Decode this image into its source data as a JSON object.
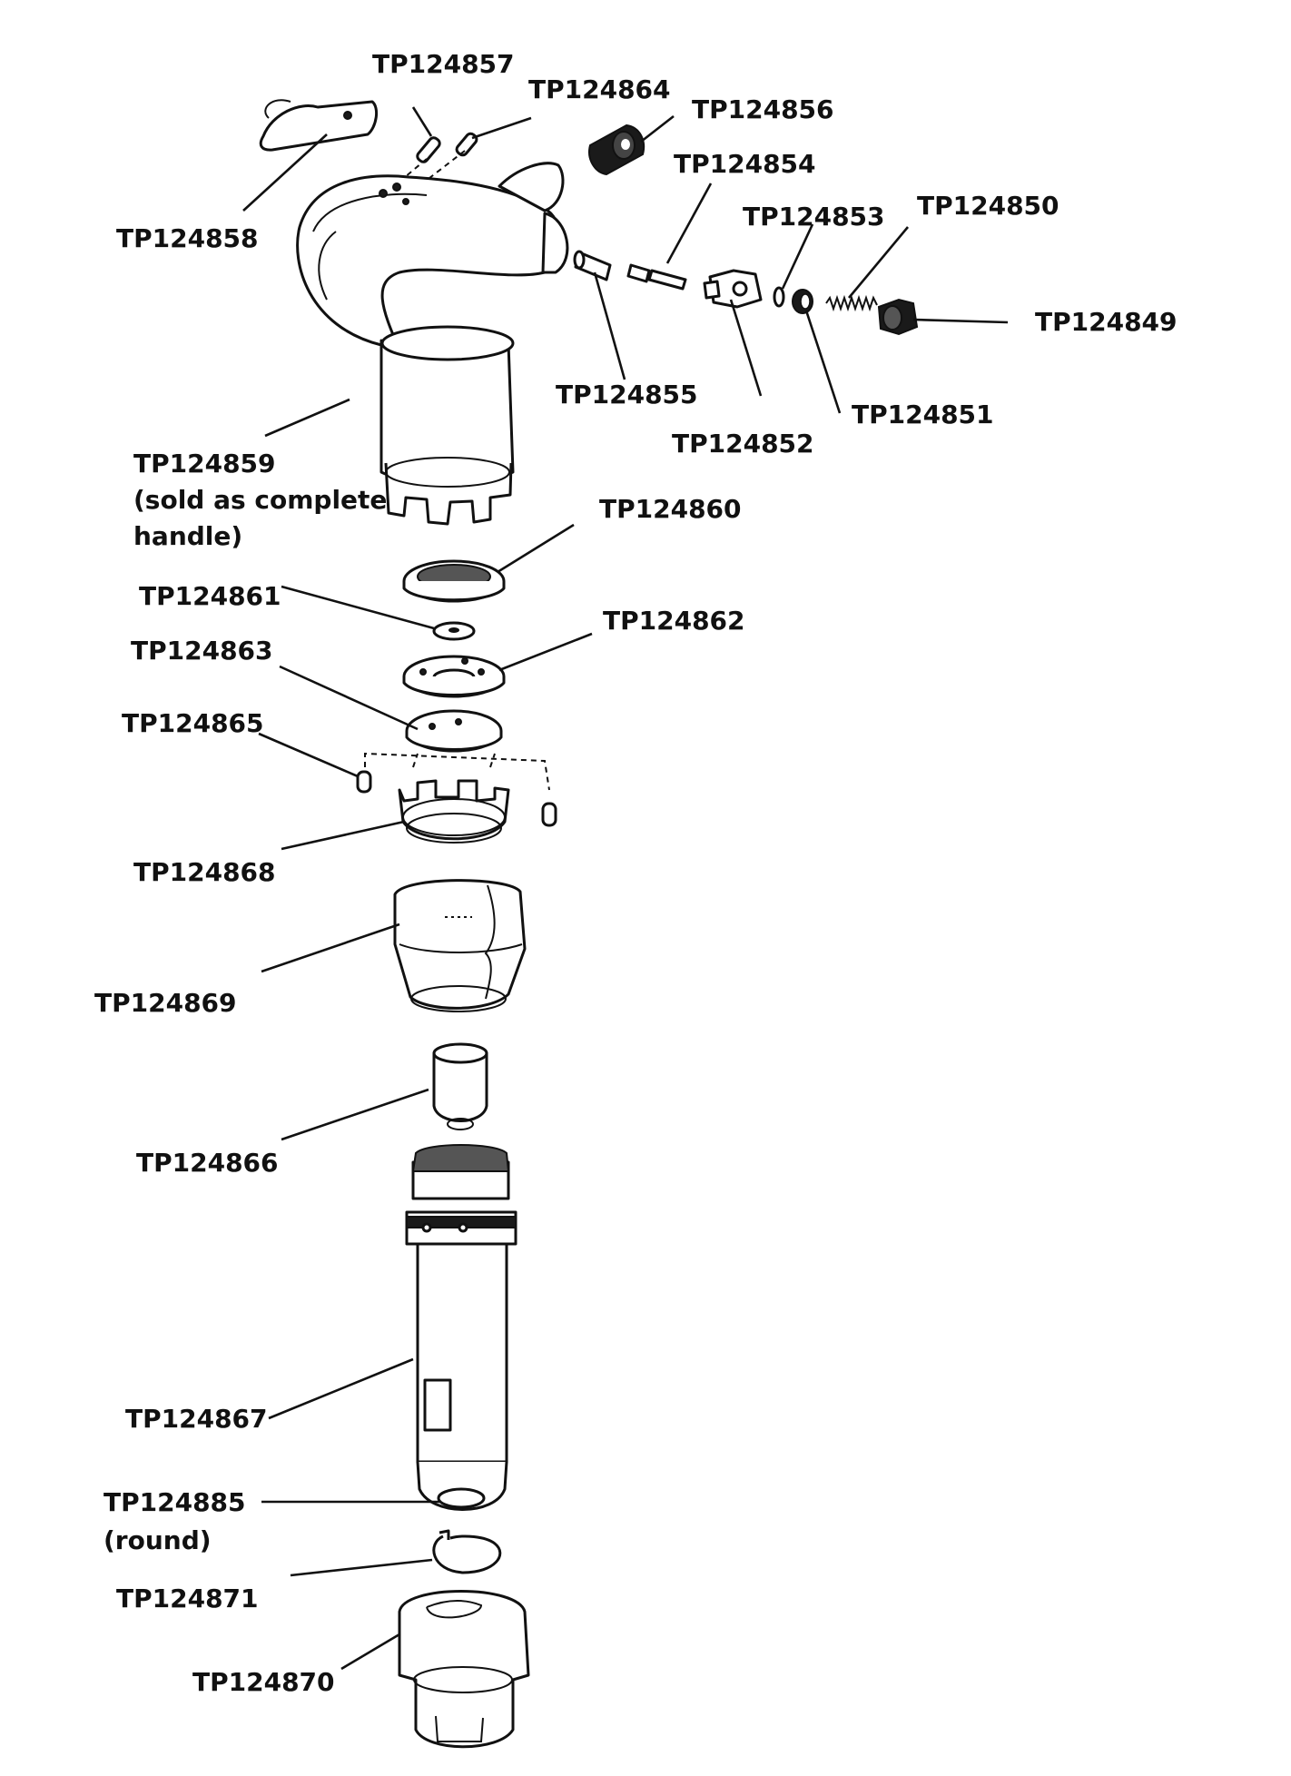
{
  "labels": {
    "tp124857": "TP124857",
    "tp124864": "TP124864",
    "tp124856": "TP124856",
    "tp124854": "TP124854",
    "tp124853": "TP124853",
    "tp124850": "TP124850",
    "tp124858": "TP124858",
    "tp124849": "TP124849",
    "tp124855": "TP124855",
    "tp124852": "TP124852",
    "tp124851": "TP124851",
    "tp124859_line1": "TP124859",
    "tp124859_line2": "(sold as complete",
    "tp124859_line3": "handle)",
    "tp124860": "TP124860",
    "tp124861": "TP124861",
    "tp124862": "TP124862",
    "tp124863": "TP124863",
    "tp124865": "TP124865",
    "tp124868": "TP124868",
    "tp124869": "TP124869",
    "tp124866": "TP124866",
    "tp124867": "TP124867",
    "tp124885_line1": "TP124885",
    "tp124885_line2": "(round)",
    "tp124871": "TP124871",
    "tp124870": "TP124870"
  }
}
